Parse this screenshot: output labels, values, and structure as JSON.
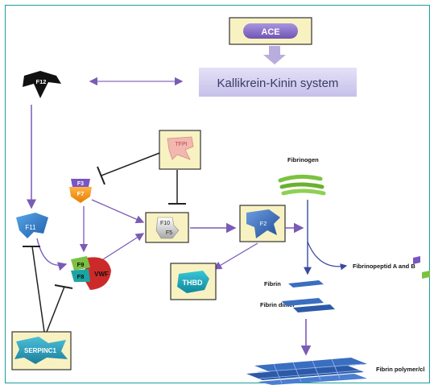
{
  "nodes": {
    "ace": "ACE",
    "kks": "Kallikrein-Kinin system",
    "f12": "F12",
    "tfpi": "TFPI",
    "f3": "F3",
    "f7": "F7",
    "f10": "F10",
    "f5": "F5",
    "f2": "F2",
    "f11": "F11",
    "f9": "F9",
    "f8": "F8",
    "vwf": "VWF",
    "thbd": "THBD",
    "serpinc1": "SERPINC1"
  },
  "labels": {
    "fibrinogen": "Fibrinogen",
    "fibrinopeptide": "Fibrinopeptid A and B",
    "fibrin": "Fibrin",
    "fibrin_dimer": "Fibrin dimer",
    "fibrin_polymer": "Fibrin polymer/cl"
  },
  "colors": {
    "arrow": "#7b5bb5",
    "inhibit": "#222222",
    "box_fill": "#f8f2c2",
    "box_border": "#333333",
    "ace_pill": "#8a72c8",
    "kks_fill": "#d6d2f0",
    "fibrin_blue": "#3a6ec0",
    "fibrinogen_green": "#7cc23f",
    "frame": "#1a9c9c"
  }
}
